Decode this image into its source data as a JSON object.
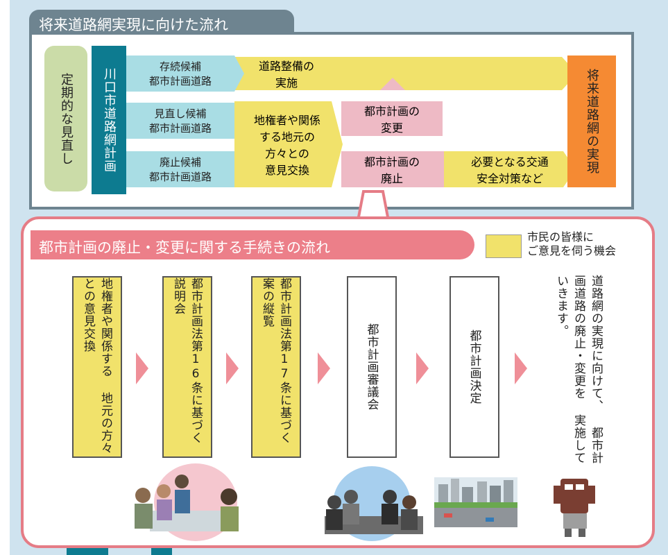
{
  "title": "将来道路網実現に向けた流れ",
  "top": {
    "periodic_review": "定期的な見直し",
    "plan": "川口市道路網計画",
    "roads": [
      "存続候補\n都市計画道路",
      "見直し候補\n都市計画道路",
      "廃止候補\n都市計画道路"
    ],
    "road_work": "道路整備の\n実施",
    "exchange": "地権者や関係\nする地元の\n方々との\n意見交換",
    "plan_change": "都市計画の\n変更",
    "plan_abolish": "都市計画の\n廃止",
    "safety": "必要となる交通\n安全対策など",
    "future": "将来道路網の実現"
  },
  "procedure": {
    "title": "都市計画の廃止・変更に関する手続きの流れ",
    "legend": "市民の皆様に\nご意見を伺う機会",
    "steps": [
      {
        "text": "地権者や関係する\n地元の方々との意見交換"
      },
      {
        "text": "都市計画法第16条に基づく\n説明会"
      },
      {
        "text": "都市計画法第17条に基づく\n案の縦覧"
      },
      {
        "text": "都市計画審議会"
      },
      {
        "text": "都市計画決定"
      }
    ],
    "conclusion": "道路網の実現に向けて、\n都市計画道路の廃止・変更を\n実施していきます。"
  },
  "colors": {
    "yellow": "#f1e26b",
    "pink": "#eebac5",
    "teal": "#0d7b90",
    "lightblue": "#a9dde4",
    "orange": "#f58a33",
    "green": "#cbdca8",
    "gray_frame": "#6e8490",
    "pink_frame": "#e57c86"
  }
}
